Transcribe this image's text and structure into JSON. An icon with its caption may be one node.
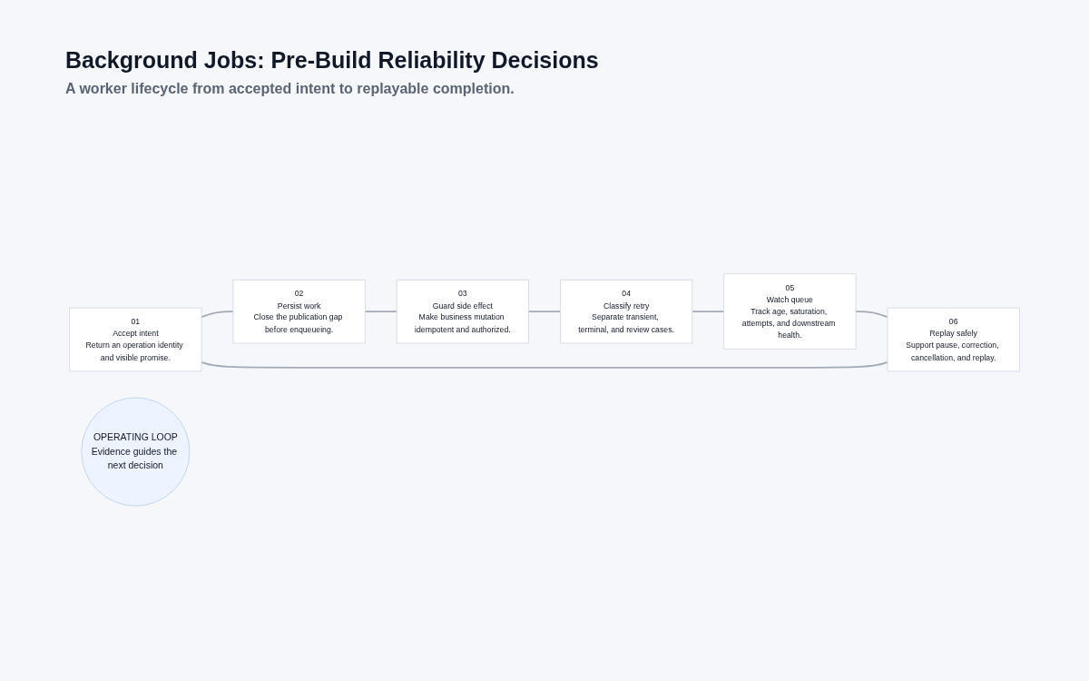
{
  "diagram": {
    "title": "Background Jobs: Pre-Build Reliability Decisions",
    "caption": "A worker lifecycle from accepted intent to replayable completion.",
    "nodes": [
      {
        "text": [
          "01",
          "Accept intent",
          "Return an operation identity and visible promise."
        ]
      },
      {
        "text": [
          "02",
          "Persist work",
          "Close the publication gap before enqueueing."
        ]
      },
      {
        "text": [
          "03",
          "Guard side effect",
          "Make business mutation idempotent and authorized."
        ]
      },
      {
        "text": [
          "04",
          "Classify retry",
          "Separate transient, terminal, and review cases."
        ]
      },
      {
        "text": [
          "05",
          "Watch queue",
          "Track age, saturation, attempts, and downstream health."
        ]
      },
      {
        "text": [
          "06",
          "Replay safely",
          "Support pause, correction, cancellation, and replay."
        ]
      },
      {
        "text": [
          "OPERATING LOOP",
          "Evidence guides the next decision"
        ]
      }
    ],
    "edges": [
      {
        "from": 0,
        "to": 1,
        "arrow": "none"
      },
      {
        "from": 1,
        "to": 2,
        "arrow": "none"
      },
      {
        "from": 2,
        "to": 3,
        "arrow": "none"
      },
      {
        "from": 3,
        "to": 4,
        "arrow": "none"
      },
      {
        "from": 4,
        "to": 5,
        "arrow": "none"
      },
      {
        "from": 5,
        "to": 0,
        "arrow": "none"
      }
    ]
  }
}
